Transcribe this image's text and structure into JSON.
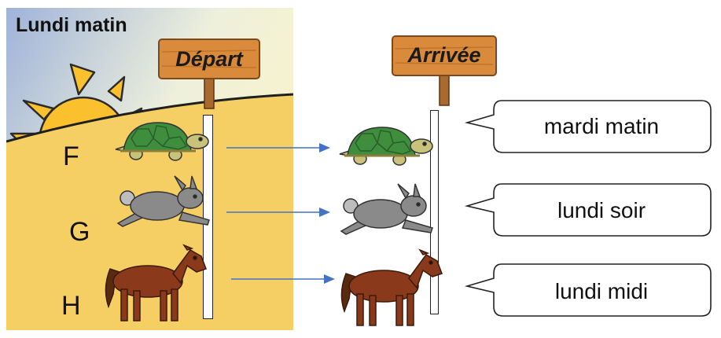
{
  "scene": {
    "day_label": "Lundi matin",
    "colors": {
      "sky_top": "#9fb3d9",
      "sky_bottom": "#fbf4c9",
      "ground": "#f5cf63",
      "sun": "#fbc02d",
      "sun_outline": "#2b2b2b",
      "sign_wood": "#d98a3a",
      "arrow": "#4472c4"
    }
  },
  "signs": {
    "start": "Départ",
    "finish": "Arrivée"
  },
  "rows": [
    {
      "letter": "F",
      "animal": "turtle-icon",
      "arrival": "mardi matin"
    },
    {
      "letter": "G",
      "animal": "rabbit-icon",
      "arrival": "lundi soir"
    },
    {
      "letter": "H",
      "animal": "horse-icon",
      "arrival": "lundi midi"
    }
  ]
}
